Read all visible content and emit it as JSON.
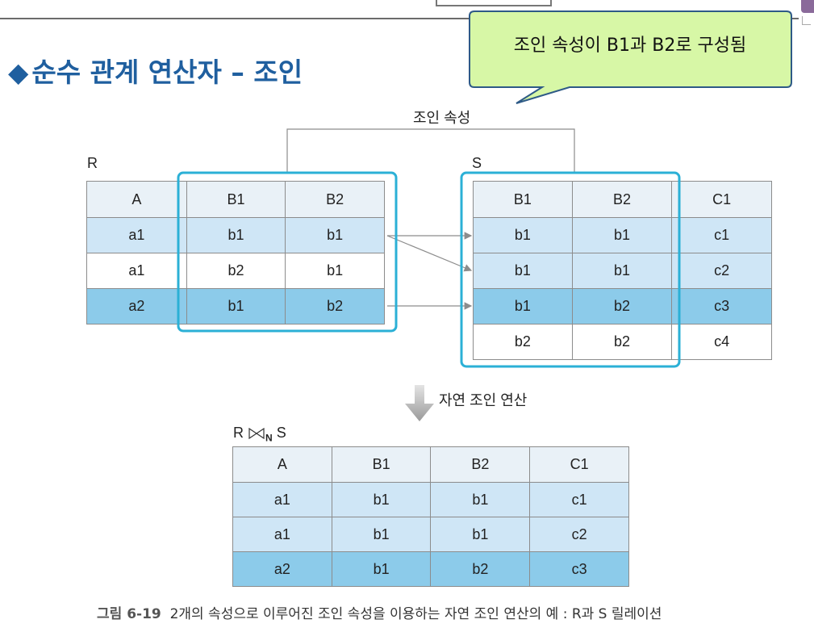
{
  "title": "순수 관계 연산자 – 조인",
  "title_bullet": "◆",
  "callout": "조인 속성이 B1과 B2로 구성됨",
  "join_attr_label": "조인 속성",
  "natural_join_label": "자연 조인 연산",
  "relation_r": {
    "name": "R",
    "headers": [
      "A",
      "B1",
      "B2"
    ],
    "rows": [
      [
        "a1",
        "b1",
        "b1"
      ],
      [
        "a1",
        "b2",
        "b1"
      ],
      [
        "a2",
        "b1",
        "b2"
      ]
    ]
  },
  "relation_s": {
    "name": "S",
    "headers": [
      "B1",
      "B2",
      "C1"
    ],
    "rows": [
      [
        "b1",
        "b1",
        "c1"
      ],
      [
        "b1",
        "b1",
        "c2"
      ],
      [
        "b1",
        "b2",
        "c3"
      ],
      [
        "b2",
        "b2",
        "c4"
      ]
    ]
  },
  "result": {
    "name_left": "R",
    "name_sub": "N",
    "name_right": "S",
    "headers": [
      "A",
      "B1",
      "B2",
      "C1"
    ],
    "rows": [
      [
        "a1",
        "b1",
        "b1",
        "c1"
      ],
      [
        "a1",
        "b1",
        "b1",
        "c2"
      ],
      [
        "a2",
        "b1",
        "b2",
        "c3"
      ]
    ]
  },
  "caption_fig": "그림 6-19",
  "caption_text": "2개의 속성으로 이루어진 조인 속성을 이용하는 자연 조인 연산의 예 : R과 S 릴레이션",
  "colors": {
    "title": "#1f5f9f",
    "callout_fill": "#d7f7a6",
    "highlight_box": "#2bb0d6",
    "row_light": "#cfe6f6",
    "row_dark": "#8ccbea",
    "header": "#e9f1f7"
  }
}
